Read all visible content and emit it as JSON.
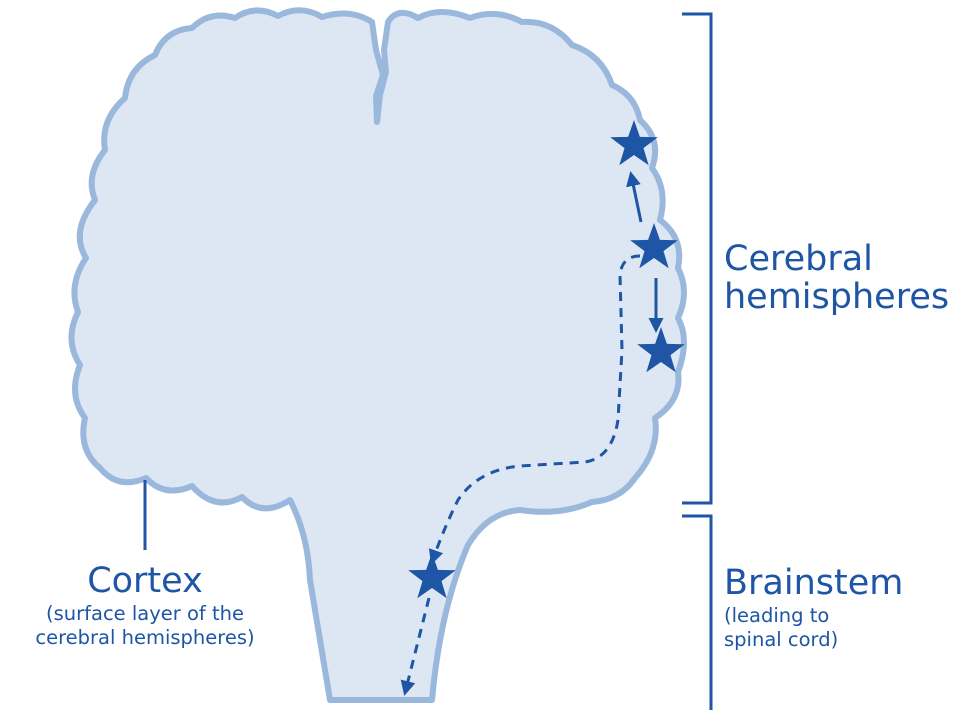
{
  "colors": {
    "brain_fill": "#dde6f3",
    "brain_outline": "#9ab8dc",
    "accent": "#1e55a5"
  },
  "icons": {
    "star": "star-icon"
  },
  "labels": {
    "cerebral_line1": "Cerebral",
    "cerebral_line2": "hemispheres",
    "brainstem_title": "Brainstem",
    "brainstem_sub1": "(leading to",
    "brainstem_sub2": "spinal cord)",
    "cortex_title": "Cortex",
    "cortex_sub1": "(surface layer of the",
    "cortex_sub2": "cerebral hemispheres)"
  }
}
